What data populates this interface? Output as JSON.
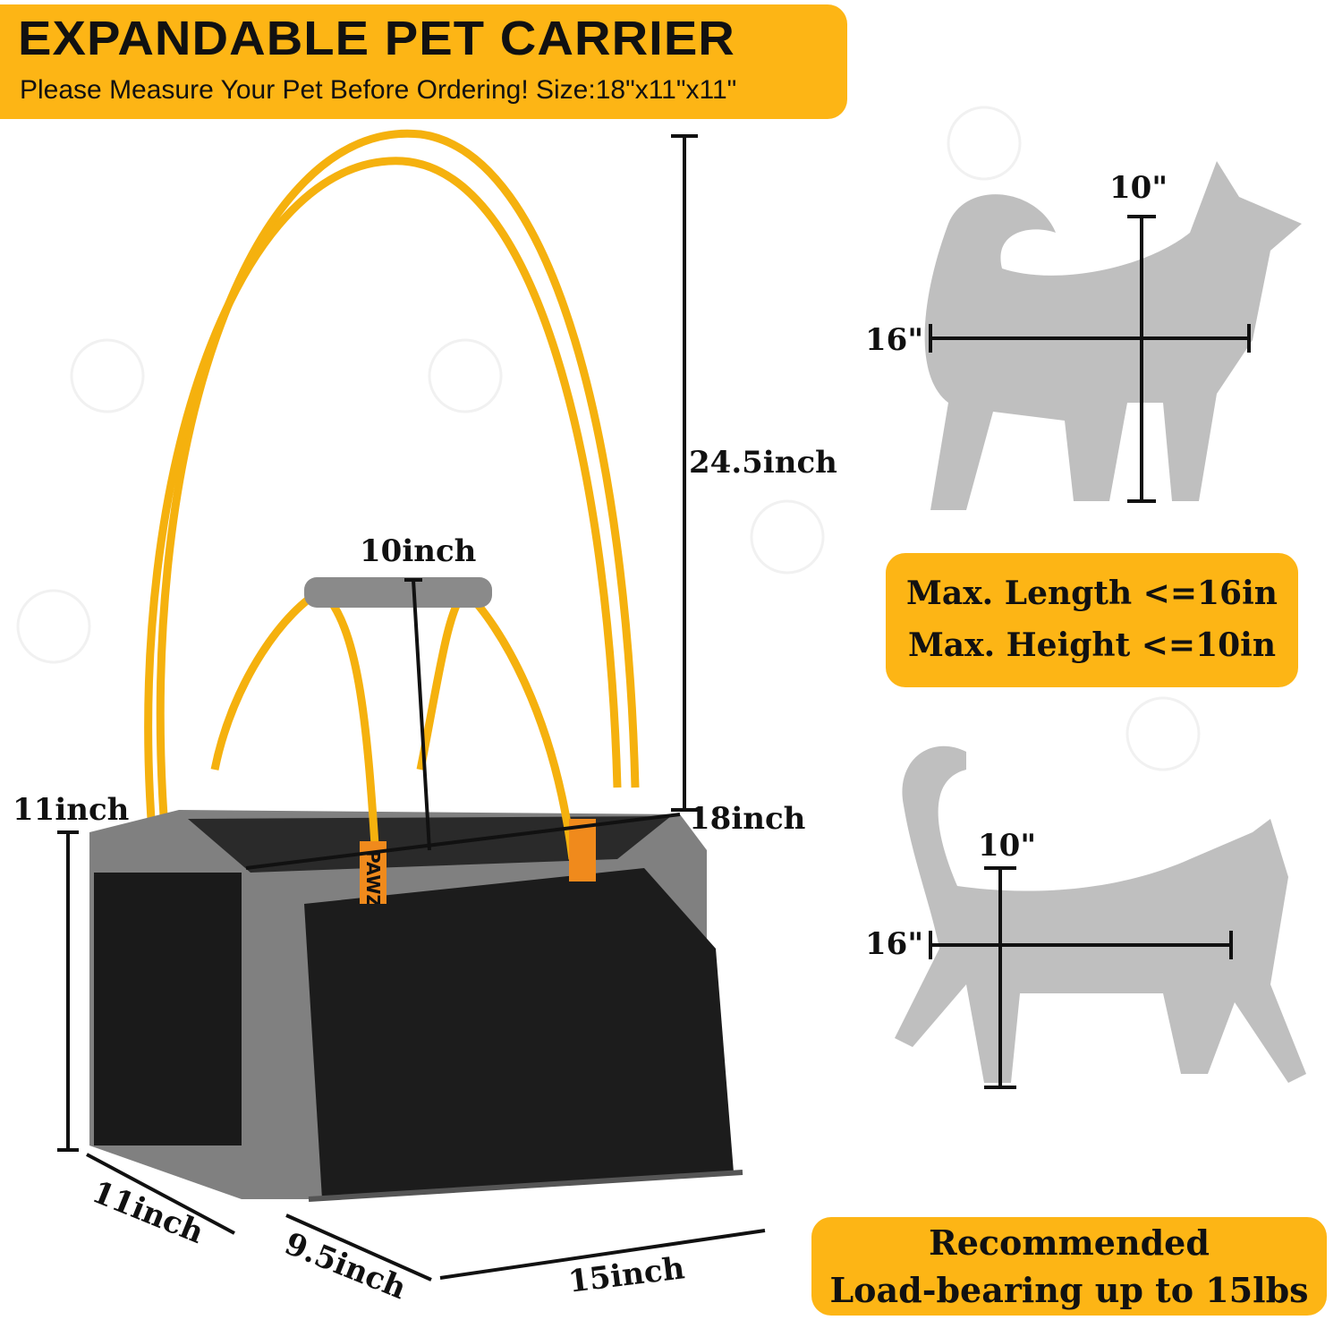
{
  "header": {
    "title": "EXPANDABLE PET CARRIER",
    "subtitle": "Please Measure Your Pet Before Ordering! Size:18\"x11\"x11\""
  },
  "carrier": {
    "strap_height": "24.5inch",
    "handle_height": "10inch",
    "height": "11inch",
    "length": "18inch",
    "depth": "11inch",
    "expanded_depth": "9.5inch",
    "expanded_width": "15inch",
    "strap_tag_text": "PAWZ"
  },
  "dog": {
    "height": "10\"",
    "length": "16\""
  },
  "cat": {
    "height": "10\"",
    "length": "16\""
  },
  "limits": {
    "max_length": "Max. Length <=16in",
    "max_height": "Max. Height <=10in"
  },
  "load": {
    "line1": "Recommended",
    "line2": "Load-bearing up to 15lbs"
  },
  "colors": {
    "accent": "#FDB515",
    "silhouette": "#BDBDBD",
    "carrier_gray": "#7a7a7a",
    "mesh": "#1a1a1a"
  }
}
